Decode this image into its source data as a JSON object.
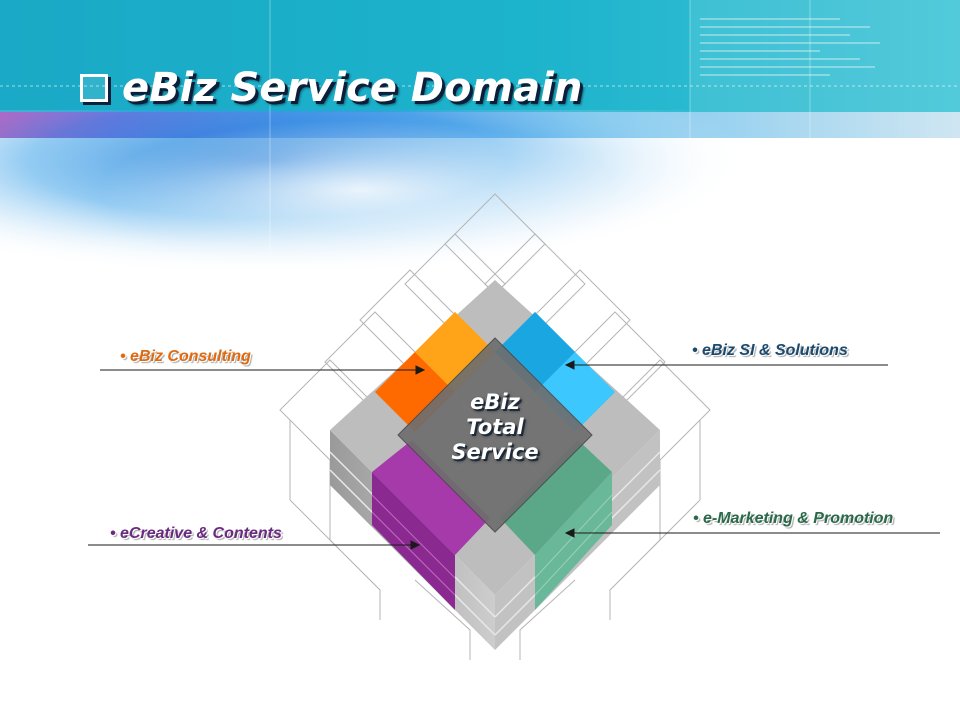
{
  "title": "eBiz Service Domain",
  "center": {
    "line1": "eBiz",
    "line2": "Total",
    "line3": "Service"
  },
  "segments": [
    {
      "label": "• eBiz Consulting",
      "color": "#e06a10",
      "fill": "#ff8a12",
      "position": "top-left"
    },
    {
      "label": "• eBiz SI & Solutions",
      "color": "#1a4a6e",
      "fill": "#2db8ee",
      "position": "top-right"
    },
    {
      "label": "• eCreative & Contents",
      "color": "#6a2a80",
      "fill": "#a03aa8",
      "position": "bottom-left"
    },
    {
      "label": "• e-Marketing & Promotion",
      "color": "#2a6a4a",
      "fill": "#5aa888",
      "position": "bottom-right"
    }
  ],
  "colors": {
    "banner": "#1aa9c6",
    "center": "#6e6e6e",
    "cube_gray": "#b9b9b9"
  }
}
